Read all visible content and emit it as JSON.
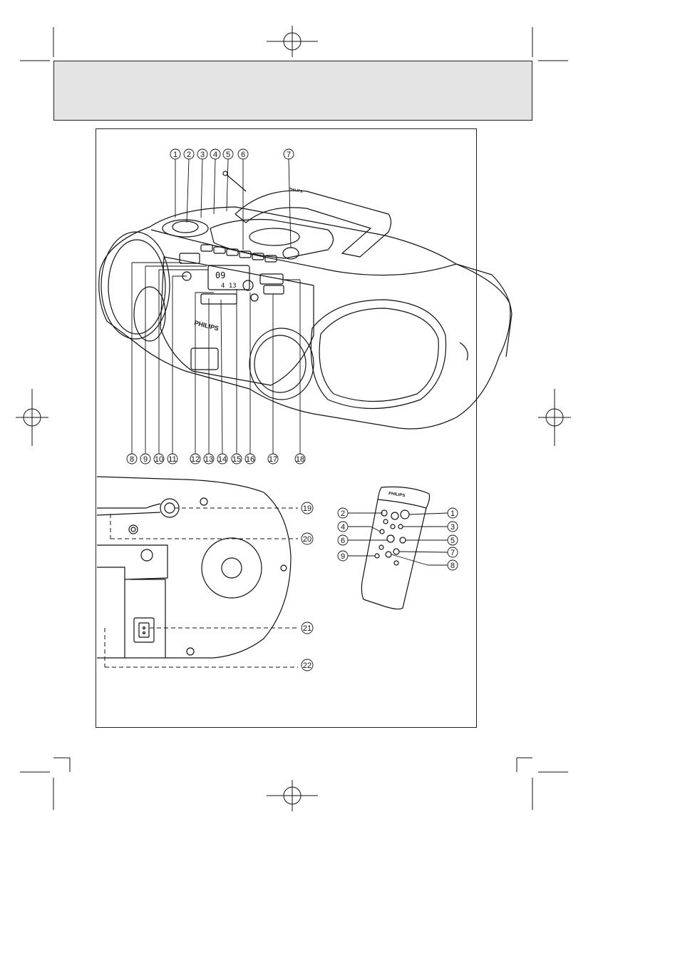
{
  "brand": "PHILIPS",
  "display": {
    "line1": "09",
    "line2": "4 13"
  },
  "main_callouts": {
    "top": [
      "1",
      "2",
      "3",
      "4",
      "5",
      "6",
      "7"
    ],
    "bottom": [
      "8",
      "9",
      "10",
      "11",
      "12",
      "13",
      "14",
      "15",
      "16",
      "17",
      "18"
    ]
  },
  "back_callouts": [
    "19",
    "20",
    "21",
    "22"
  ],
  "remote_callouts": {
    "left": [
      "2",
      "4",
      "6",
      "9"
    ],
    "right": [
      "1",
      "3",
      "5",
      "7",
      "8"
    ]
  },
  "colors": {
    "line": "#111111",
    "header_band": "#e4e4e4"
  }
}
